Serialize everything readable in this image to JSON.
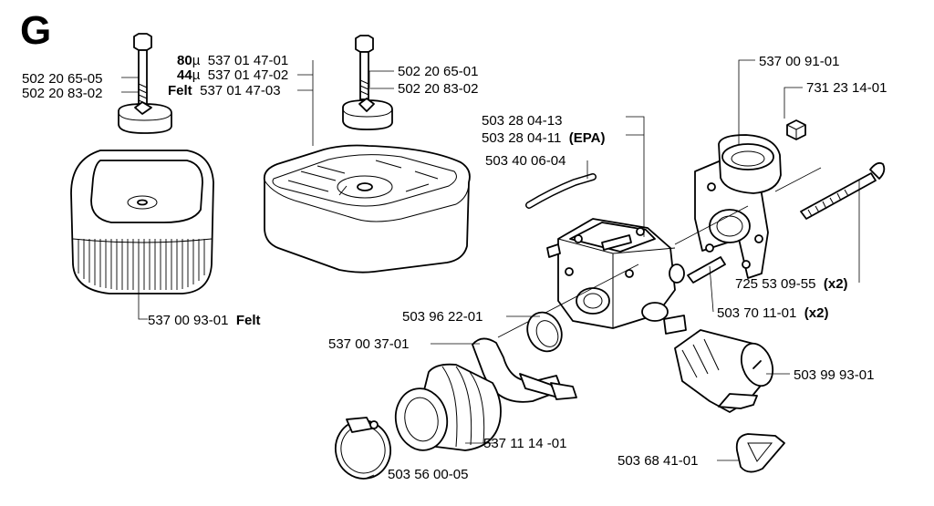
{
  "section_letter": "G",
  "labels": {
    "bolt_a_1": "502 20 65-05",
    "bolt_a_2": "502 20 83-02",
    "filter_felt": "537 00 93-01",
    "filter_felt_suffix": "Felt",
    "cover_80_prefix": "80",
    "cover_80_unit": "µ",
    "cover_80": "537 01 47-01",
    "cover_44_prefix": "44",
    "cover_44_unit": "µ",
    "cover_44": "537 01 47-02",
    "cover_felt_prefix": "Felt",
    "cover_felt": "537 01 47-03",
    "bolt_b_1": "502 20 65-01",
    "bolt_b_2": "502 20 83-02",
    "carb_1": "503 28 04-13",
    "carb_2": "503 28 04-11",
    "carb_2_suffix": "(EPA)",
    "hose": "503 40 06-04",
    "throttle_body": "537 00 91-01",
    "nut": "731 23 14-01",
    "long_screw": "725 53 09-55",
    "long_screw_qty": "(x2)",
    "pin": "503 70 11-01",
    "pin_qty": "(x2)",
    "ring": "503 96 22-01",
    "clamp": "537 00 37-01",
    "bellows": "503 99 93-01",
    "intake_boot": "537 11 14 -01",
    "hose_clamp": "503 56 00-05",
    "grommet": "503 68 41-01"
  }
}
